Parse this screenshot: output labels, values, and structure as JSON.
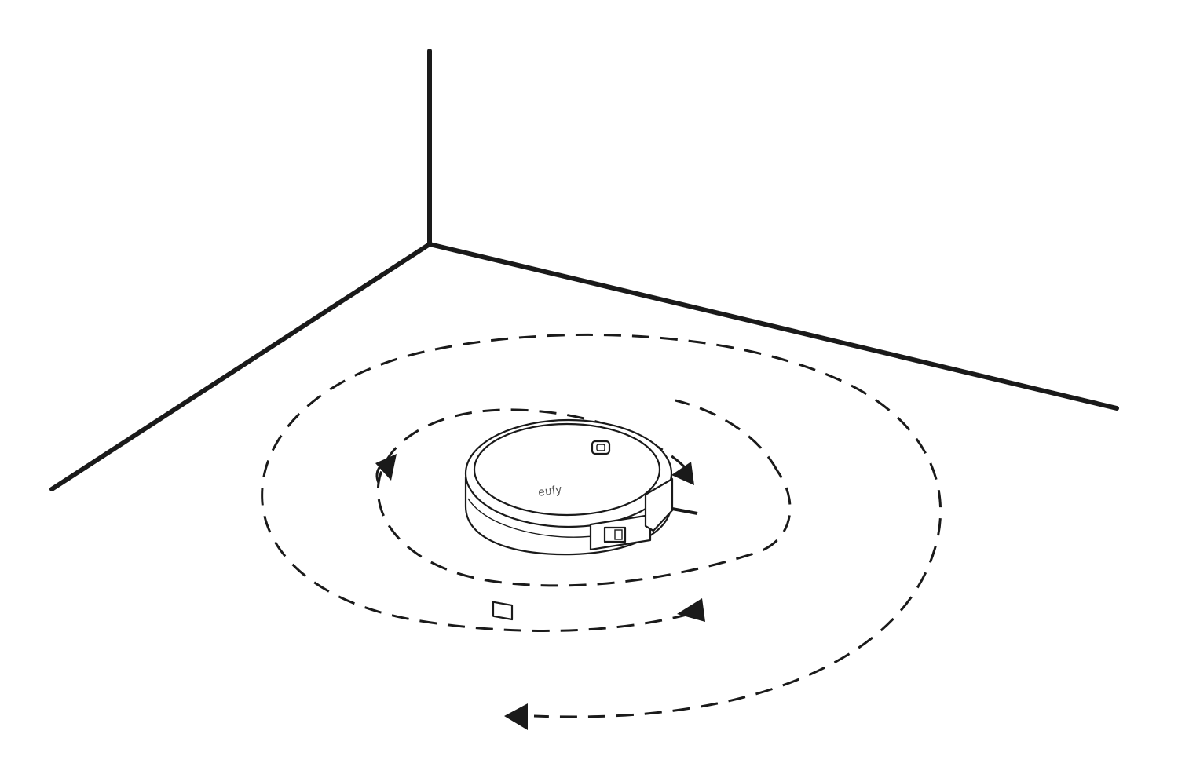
{
  "diagram": {
    "robot": {
      "brand_label": "eufy",
      "button_icon": "power-button-icon"
    },
    "motion": {
      "pattern": "spiral",
      "direction": "counterclockwise",
      "arrow_icon": "triangle-arrowhead-icon"
    },
    "room": {
      "feature": "corner"
    },
    "colors": {
      "ink": "#1a1a1a",
      "background": "#ffffff",
      "brand_text": "#555555"
    }
  }
}
